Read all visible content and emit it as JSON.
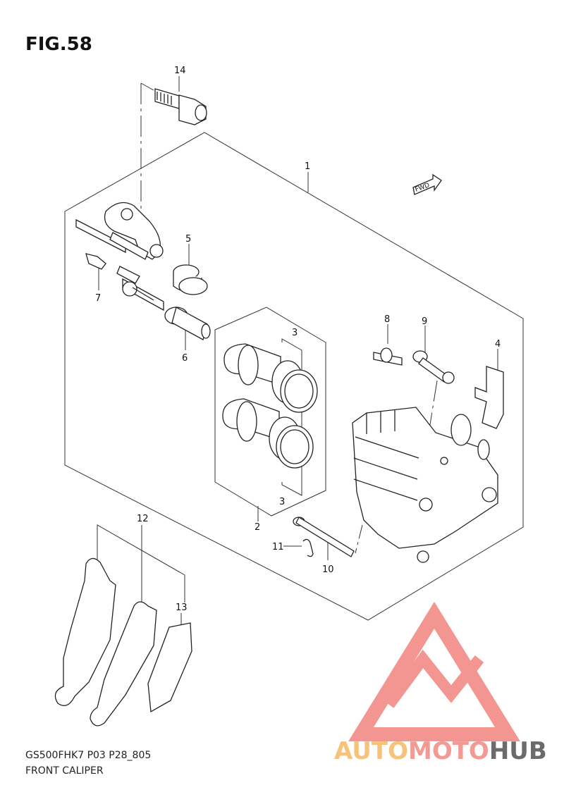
{
  "figure": {
    "title": "FIG.58",
    "drawing_code": "GS500FHK7 P03 P28_805",
    "assembly_name": "FRONT CALIPER",
    "direction_label": "FWD"
  },
  "callouts": [
    {
      "id": "callout-1",
      "label": "1"
    },
    {
      "id": "callout-2",
      "label": "2"
    },
    {
      "id": "callout-3-top",
      "label": "3"
    },
    {
      "id": "callout-3-bottom",
      "label": "3"
    },
    {
      "id": "callout-4",
      "label": "4"
    },
    {
      "id": "callout-5",
      "label": "5"
    },
    {
      "id": "callout-6",
      "label": "6"
    },
    {
      "id": "callout-7",
      "label": "7"
    },
    {
      "id": "callout-8",
      "label": "8"
    },
    {
      "id": "callout-9",
      "label": "9"
    },
    {
      "id": "callout-10",
      "label": "10"
    },
    {
      "id": "callout-11",
      "label": "11"
    },
    {
      "id": "callout-12",
      "label": "12"
    },
    {
      "id": "callout-13",
      "label": "13"
    },
    {
      "id": "callout-14",
      "label": "14"
    }
  ],
  "watermark": {
    "part1": "AUTO",
    "part2": "MOTO",
    "part3": "HUB",
    "triangle_color": "#f28b86",
    "text_color_1": "#f7c27a",
    "text_color_2": "#f39a94",
    "text_color_3": "#6b6b6b"
  }
}
